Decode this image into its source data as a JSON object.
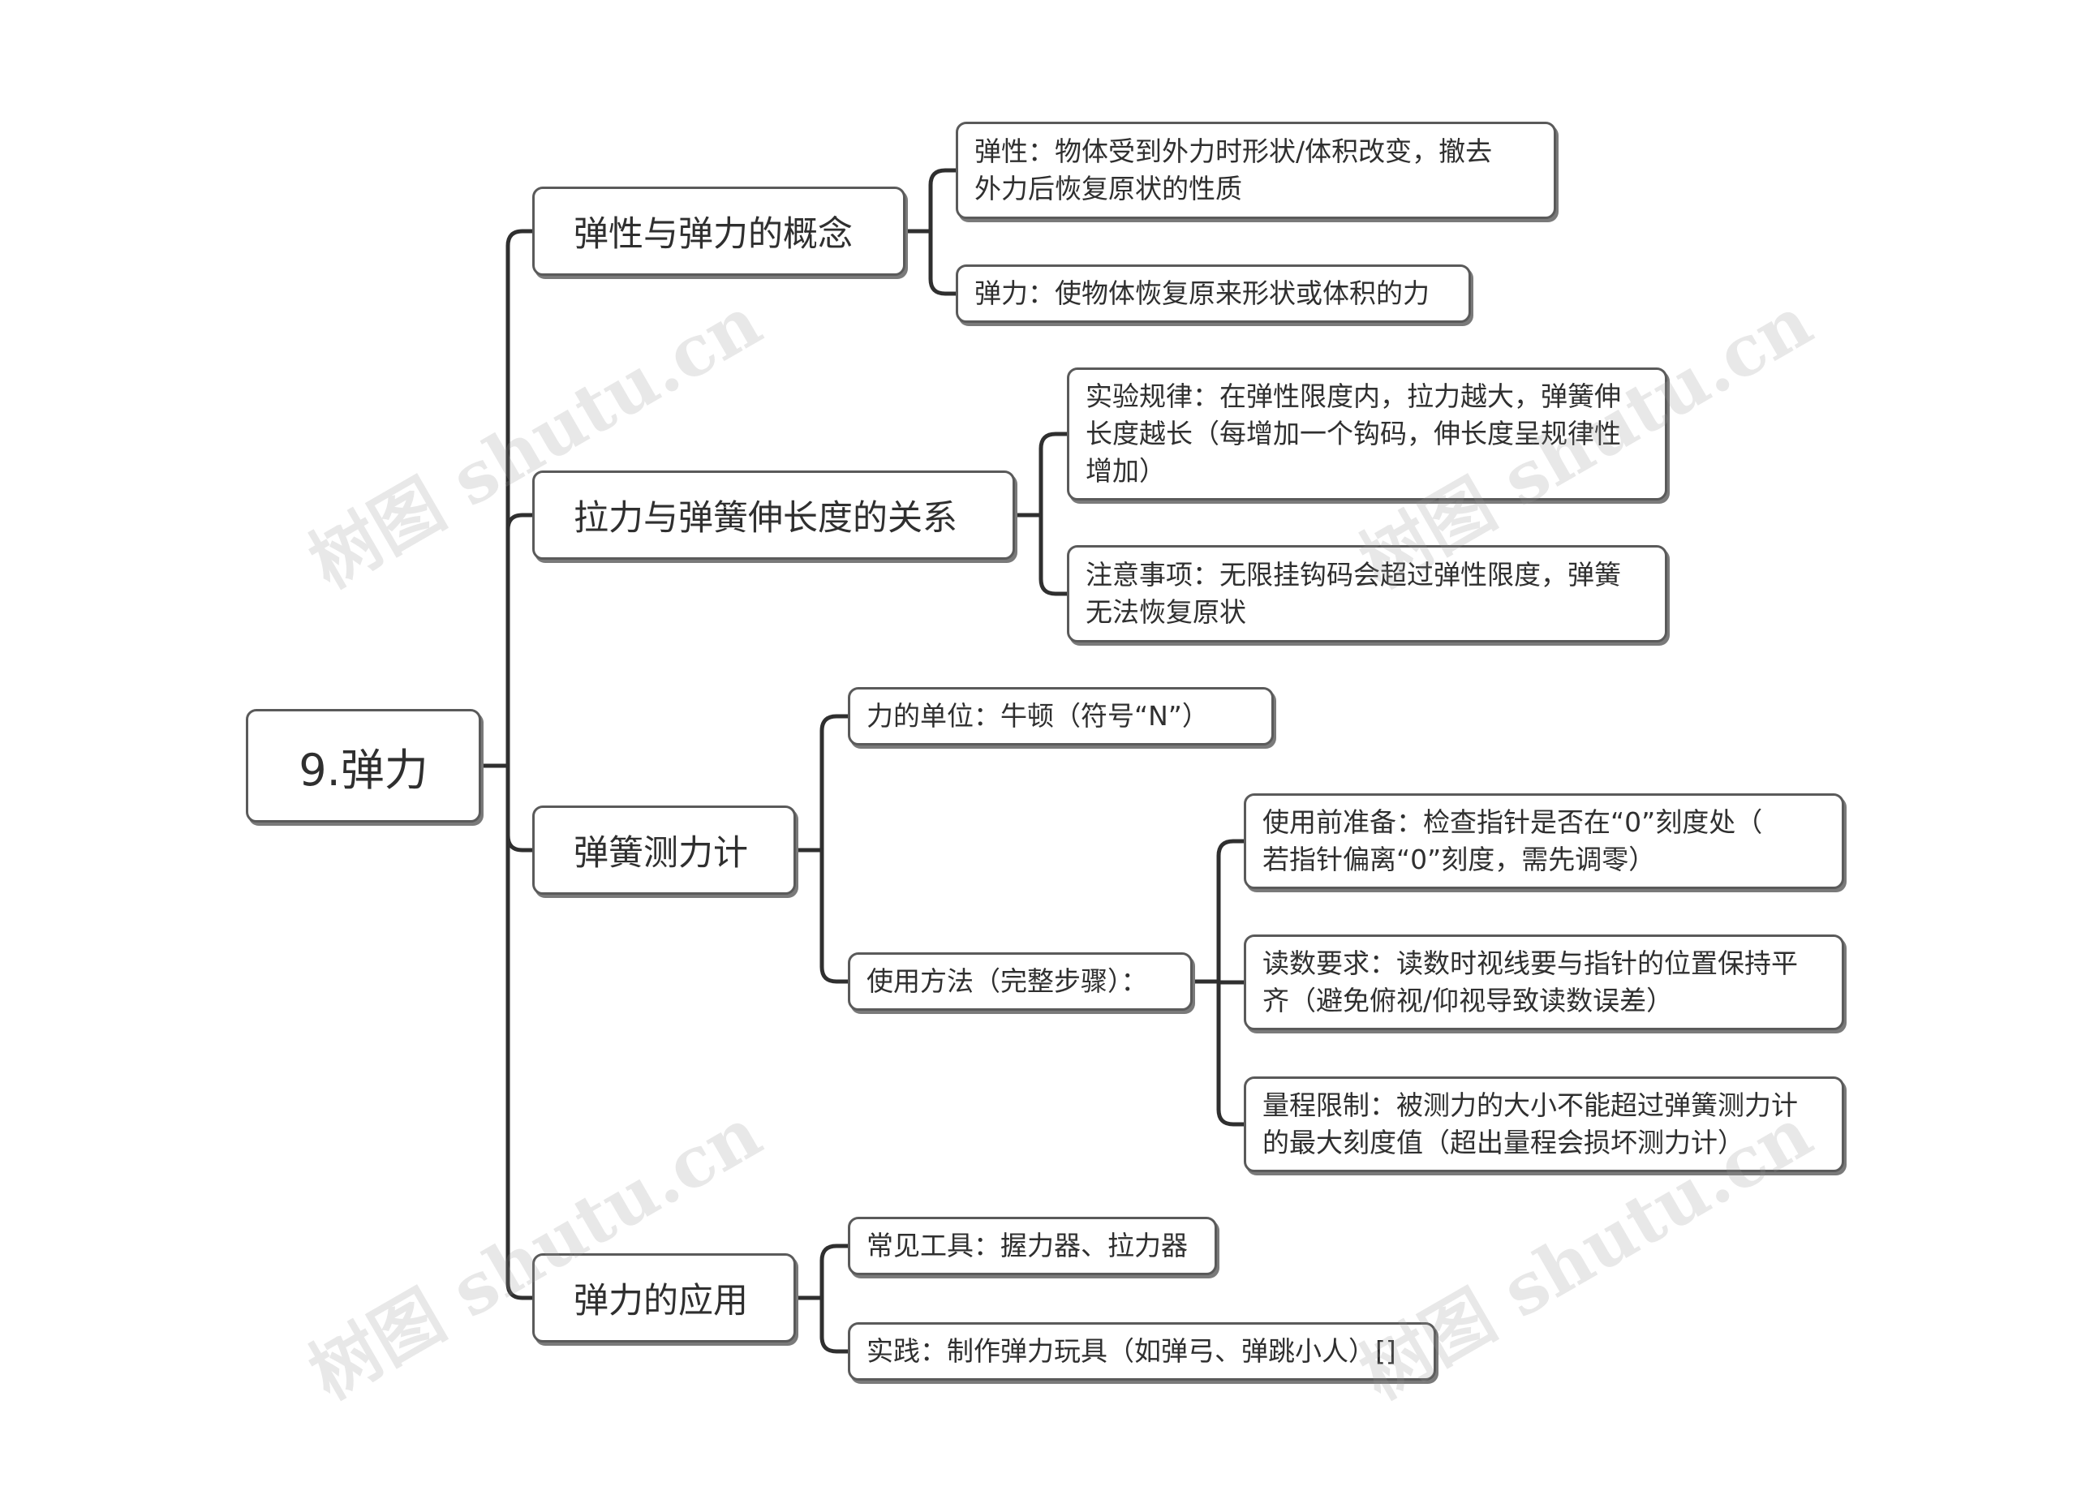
{
  "root": {
    "label": "9.弹力"
  },
  "branches": [
    {
      "label": "弹性与弹力的概念",
      "children": [
        {
          "text": "弹性：物体受到外力时形状/体积改变，撤去\n外力后恢复原状的性质"
        },
        {
          "text": "弹力：使物体恢复原来形状或体积的力"
        }
      ]
    },
    {
      "label": "拉力与弹簧伸长度的关系",
      "children": [
        {
          "text": "实验规律：在弹性限度内，拉力越大，弹簧伸\n长度越长（每增加一个钩码，伸长度呈规律性\n增加）"
        },
        {
          "text": "注意事项：无限挂钩码会超过弹性限度，弹簧\n无法恢复原状"
        }
      ]
    },
    {
      "label": "弹簧测力计",
      "children": [
        {
          "text": "力的单位：牛顿（符号“N”）"
        },
        {
          "text": "使用方法（完整步骤）：",
          "children": [
            {
              "text": "使用前准备：检查指针是否在“0”刻度处（\n若指针偏离“0”刻度，需先调零）"
            },
            {
              "text": "读数要求：读数时视线要与指针的位置保持平\n齐（避免俯视/仰视导致读数误差）"
            },
            {
              "text": "量程限制：被测力的大小不能超过弹簧测力计\n的最大刻度值（超出量程会损坏测力计）"
            }
          ]
        }
      ]
    },
    {
      "label": "弹力的应用",
      "children": [
        {
          "text": "常见工具：握力器、拉力器"
        },
        {
          "text": "实践：制作弹力玩具（如弹弓、弹跳小人）[]"
        }
      ]
    }
  ],
  "watermark": "树图 shutu.cn"
}
